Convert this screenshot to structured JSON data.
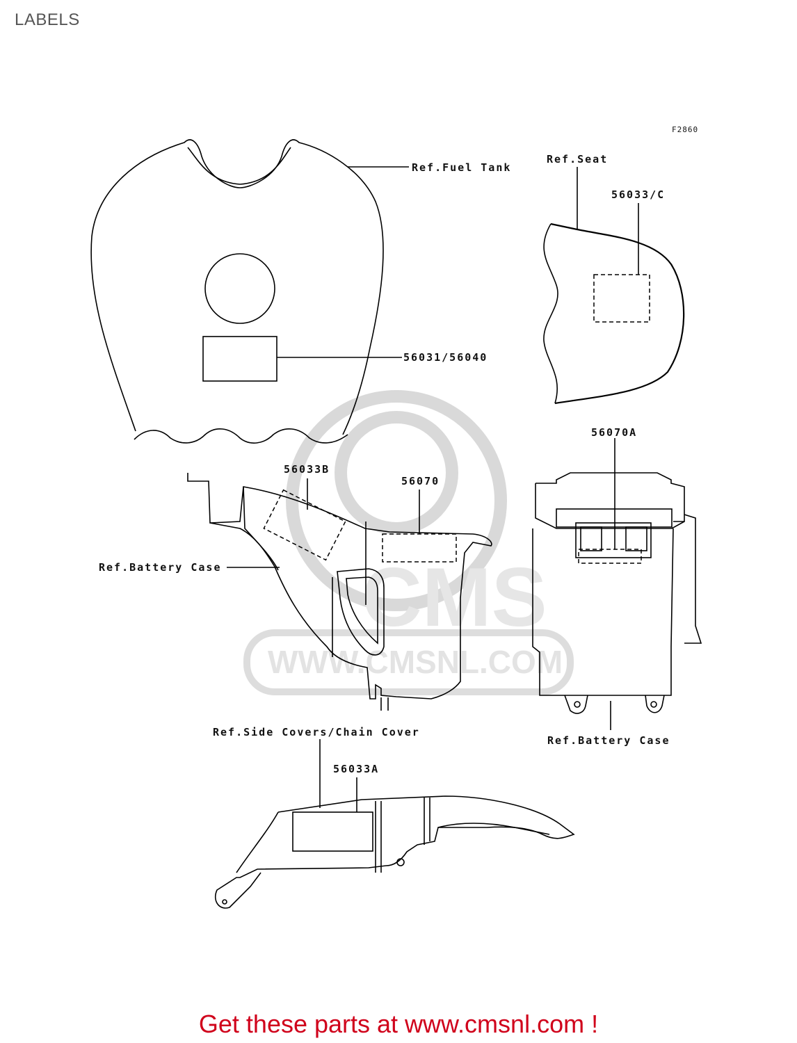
{
  "header": {
    "title": "LABELS"
  },
  "figure_code": "F2860",
  "callouts": {
    "ref_fuel_tank": "Ref.Fuel Tank",
    "ref_seat": "Ref.Seat",
    "part_56033c": "56033/C",
    "part_56031_56040": "56031/56040",
    "part_56070a": "56070A",
    "part_56033b": "56033B",
    "part_56070": "56070",
    "ref_battery_case_left": "Ref.Battery Case",
    "ref_side_covers": "Ref.Side Covers/Chain Cover",
    "part_56033a": "56033A",
    "ref_battery_case_right": "Ref.Battery Case"
  },
  "watermark": {
    "site": "WWW.CMSNL.COM",
    "brand": "CMS"
  },
  "footer": {
    "link_text": "Get these parts at www.cmsnl.com !"
  },
  "colors": {
    "footer_link": "#d0021b",
    "watermark": "#d9d9d9"
  }
}
